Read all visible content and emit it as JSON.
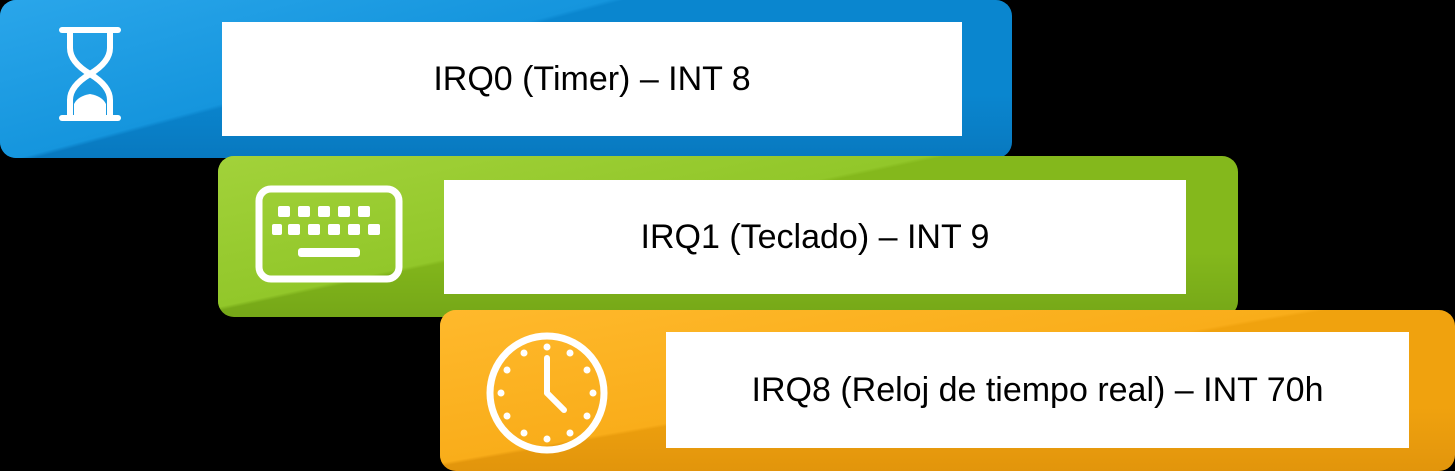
{
  "colors": {
    "timer": "#0a86cf",
    "keyboard": "#84b81c",
    "clock": "#f0a20e",
    "label_background": "#ffffff",
    "icon": "#ffffff"
  },
  "items": [
    {
      "icon": "hourglass-icon",
      "label": "IRQ0 (Timer) – INT 8"
    },
    {
      "icon": "keyboard-icon",
      "label": "IRQ1 (Teclado) – INT 9"
    },
    {
      "icon": "clock-icon",
      "label": "IRQ8 (Reloj de tiempo real) – INT 70h"
    }
  ]
}
